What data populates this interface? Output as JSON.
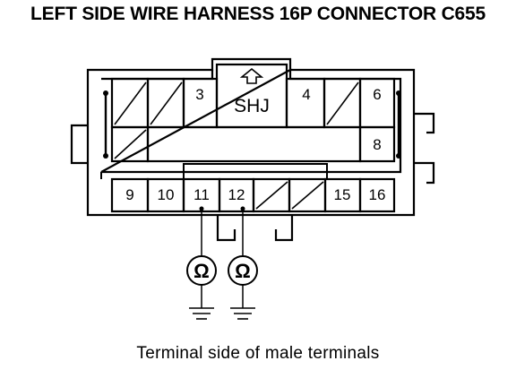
{
  "title": "LEFT SIDE WIRE HARNESS 16P CONNECTOR C655",
  "caption": "Terminal side of male terminals",
  "connector": {
    "lock_label": "SHJ",
    "terminals": {
      "t3": "3",
      "t4": "4",
      "t6": "6",
      "t8": "8",
      "t9": "9",
      "t10": "10",
      "t11": "11",
      "t12": "12",
      "t15": "15",
      "t16": "16"
    }
  },
  "meters": {
    "symbol": "Ω"
  }
}
